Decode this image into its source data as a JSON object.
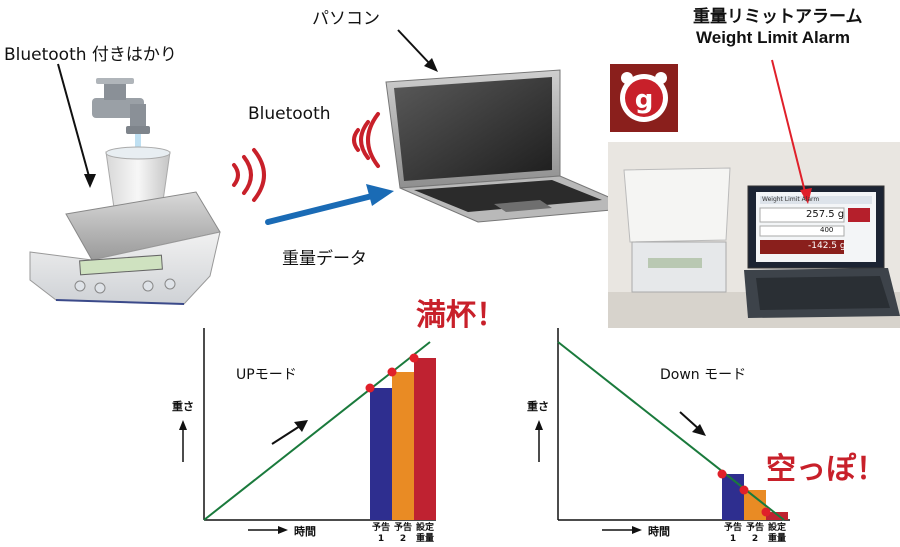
{
  "labels": {
    "scale": "Bluetooth 付きはかり",
    "pc": "パソコン",
    "bluetooth": "Bluetooth",
    "weight_data": "重量データ",
    "app_name_jp": "重量リミットアラーム",
    "app_name_en": "Weight Limit Alarm",
    "full": "満杯！",
    "empty": "空っぽ！"
  },
  "device_screen": {
    "title": "Weight Limit Alarm",
    "reading": "257.5 g",
    "row2": "400",
    "row3": "-142.5 g"
  },
  "colors": {
    "red": "#c8202a",
    "navy": "#2e2e8f",
    "orange": "#e98b24",
    "crimson": "#bf2231",
    "green": "#1a7a3c",
    "blue_arrow": "#1a6bb5"
  },
  "chart_data": [
    {
      "type": "bar",
      "title": "UPモード",
      "ylabel": "重さ",
      "xlabel": "時間",
      "categories": [
        "予告\n1",
        "予告\n2",
        "設定\n重量"
      ],
      "category_lines": [
        [
          "予告",
          "1"
        ],
        [
          "予告",
          "2"
        ],
        [
          "設定",
          "重量"
        ]
      ],
      "values": [
        0.66,
        0.74,
        0.81
      ],
      "trend": "increasing"
    },
    {
      "type": "bar",
      "title": "Down モード",
      "ylabel": "重さ",
      "xlabel": "時間",
      "categories": [
        "予告\n1",
        "予告\n2",
        "設定\n重量"
      ],
      "category_lines": [
        [
          "予告",
          "1"
        ],
        [
          "予告",
          "2"
        ],
        [
          "設定",
          "重量"
        ]
      ],
      "values": [
        0.23,
        0.15,
        0.04
      ],
      "trend": "decreasing"
    }
  ]
}
